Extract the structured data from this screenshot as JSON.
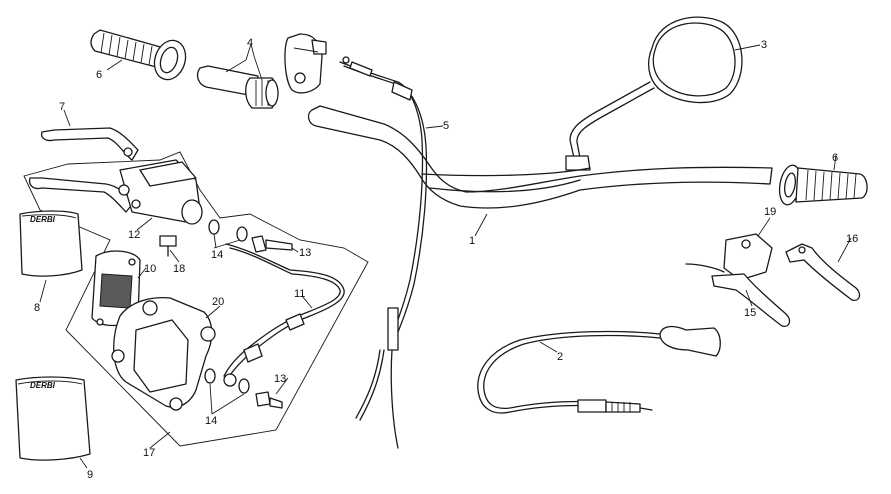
{
  "callouts": [
    {
      "id": "c1",
      "text": "1"
    },
    {
      "id": "c2",
      "text": "2"
    },
    {
      "id": "c3",
      "text": "3"
    },
    {
      "id": "c4",
      "text": "4"
    },
    {
      "id": "c5",
      "text": "5"
    },
    {
      "id": "c6a",
      "text": "6"
    },
    {
      "id": "c6b",
      "text": "6"
    },
    {
      "id": "c7",
      "text": "7"
    },
    {
      "id": "c8",
      "text": "8"
    },
    {
      "id": "c9",
      "text": "9"
    },
    {
      "id": "c10",
      "text": "10"
    },
    {
      "id": "c11",
      "text": "11"
    },
    {
      "id": "c12",
      "text": "12"
    },
    {
      "id": "c13a",
      "text": "13"
    },
    {
      "id": "c13b",
      "text": "13"
    },
    {
      "id": "c14a",
      "text": "14"
    },
    {
      "id": "c14b",
      "text": "14"
    },
    {
      "id": "c15",
      "text": "15"
    },
    {
      "id": "c16",
      "text": "16"
    },
    {
      "id": "c17",
      "text": "17"
    },
    {
      "id": "c18",
      "text": "18"
    },
    {
      "id": "c19",
      "text": "19"
    },
    {
      "id": "c20",
      "text": "20"
    }
  ],
  "logos": {
    "pouch_upper": "DERBI",
    "pouch_lower": "DERBI"
  },
  "colors": {
    "line": "#1a1a1a",
    "background": "#ffffff",
    "shade": "#9a9a9a"
  }
}
